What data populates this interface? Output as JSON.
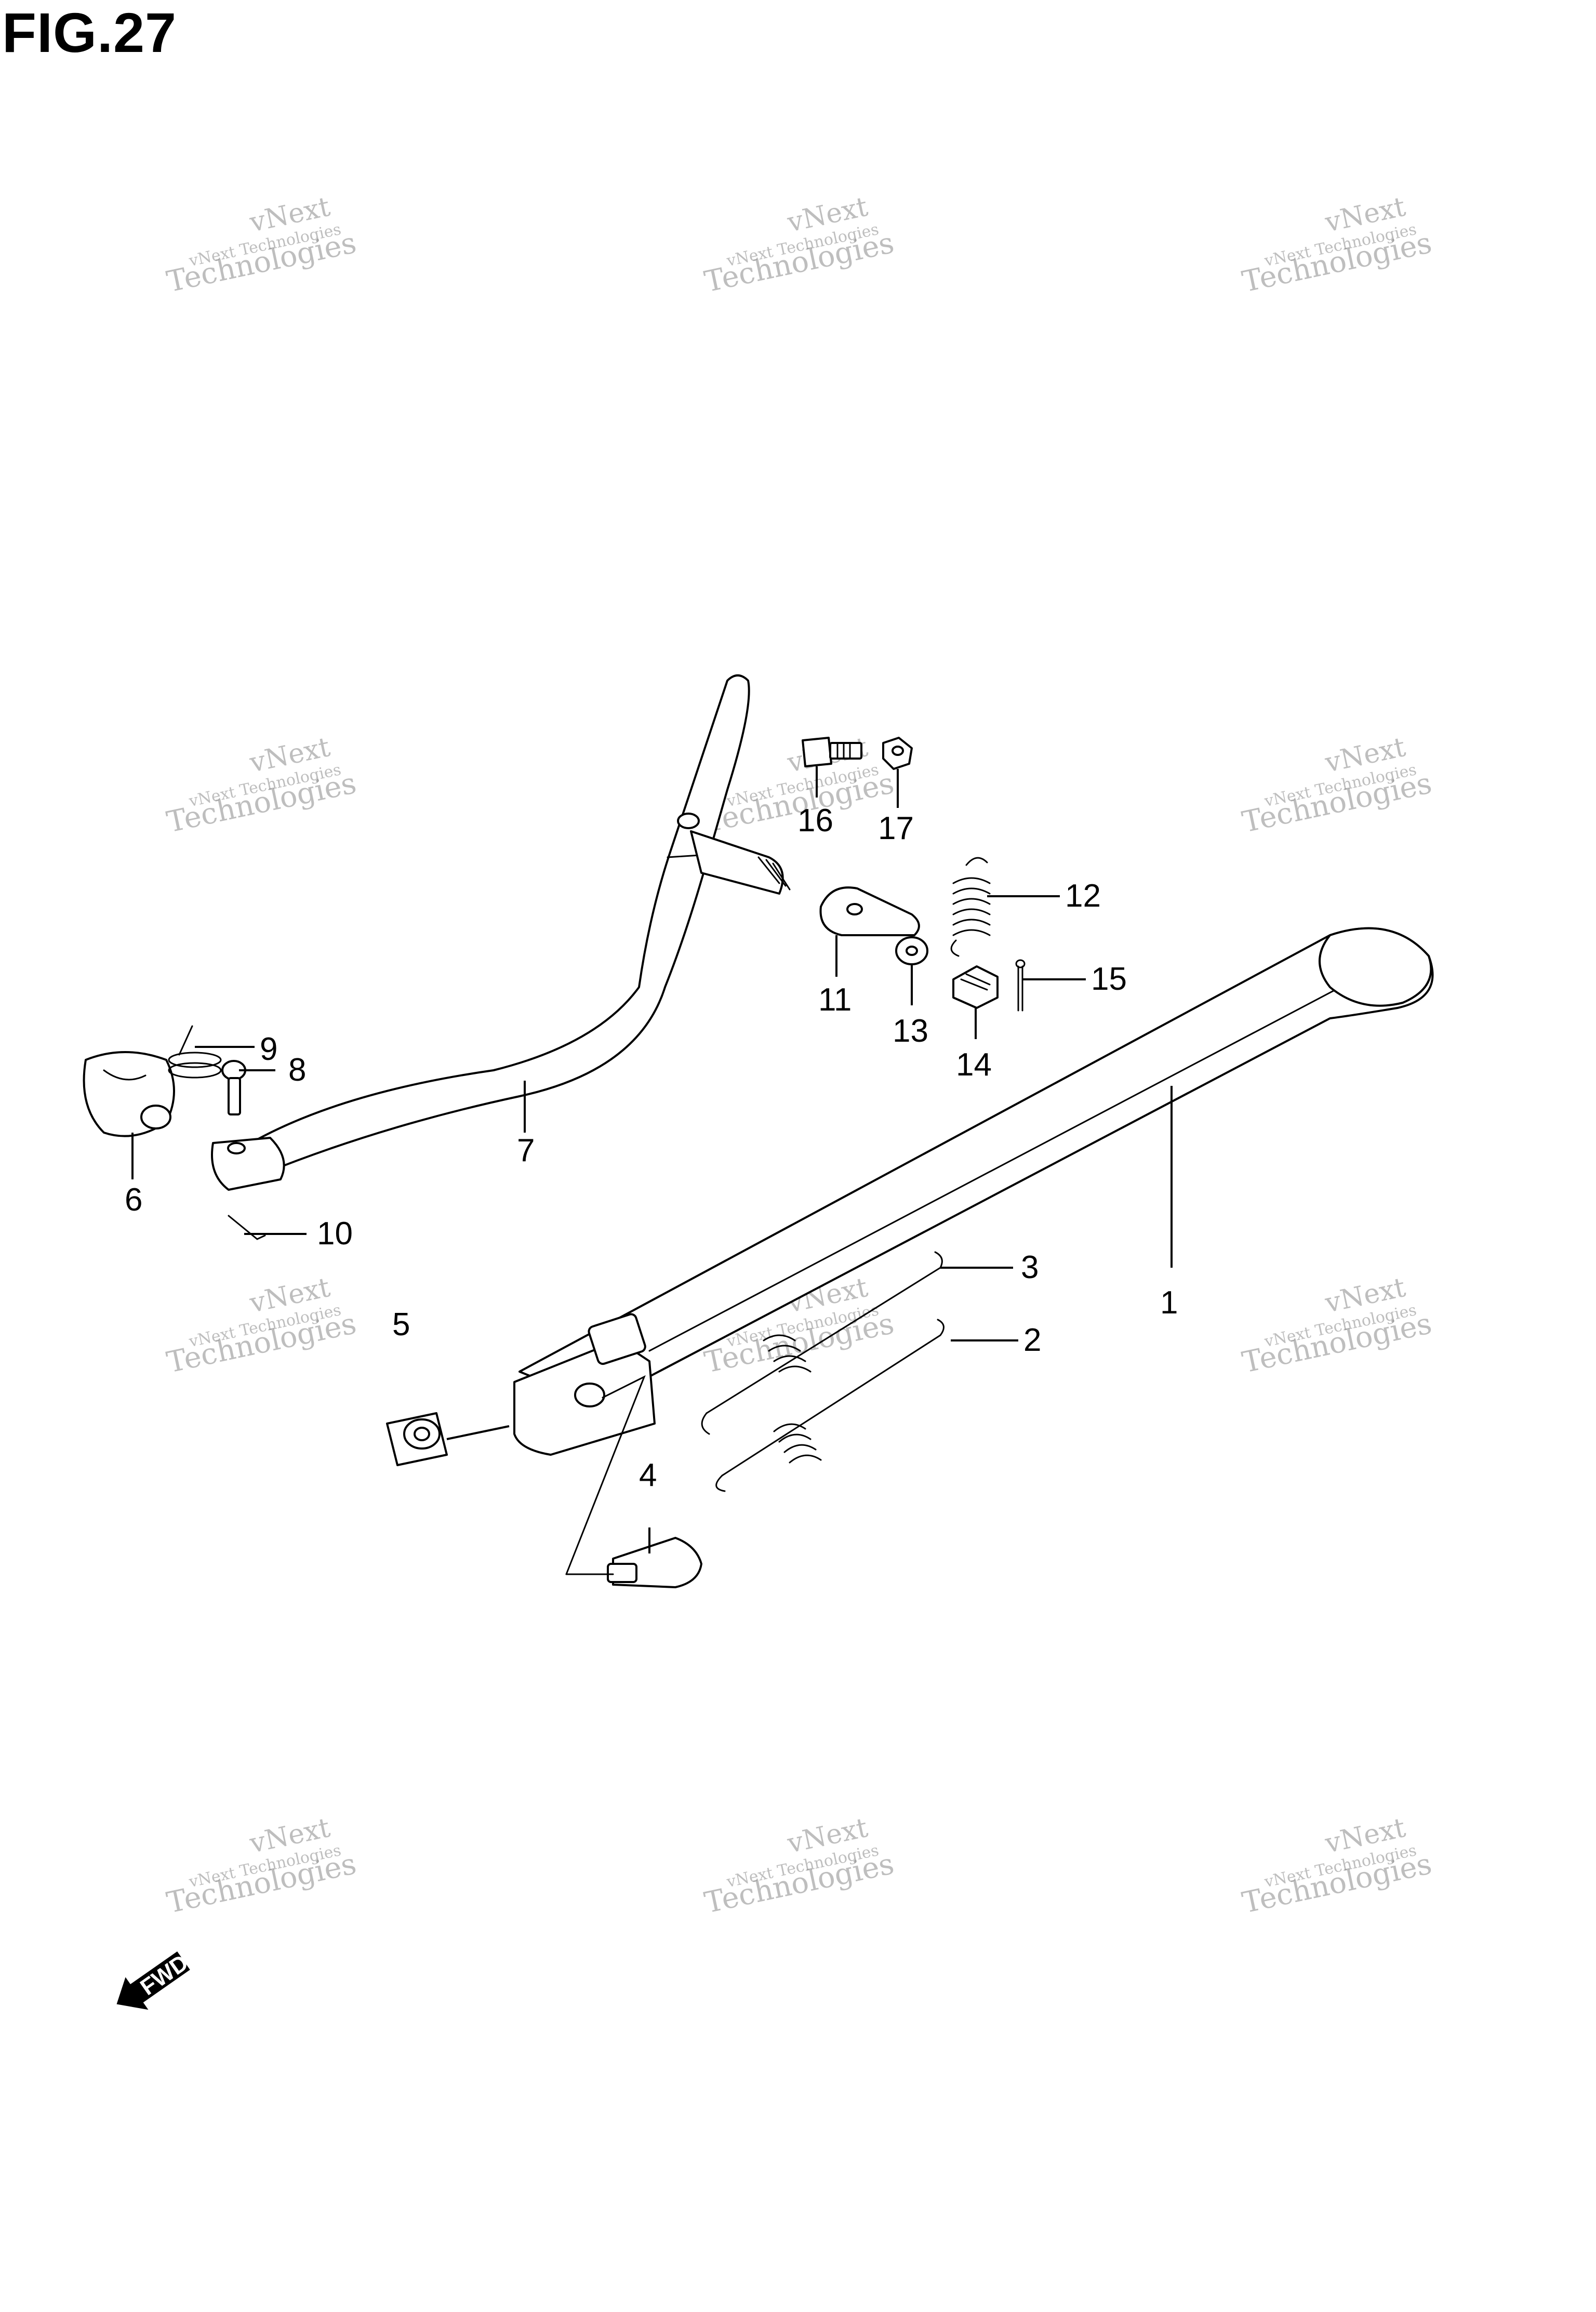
{
  "figure": {
    "title": "FIG.27"
  },
  "callouts": [
    {
      "id": "1",
      "label": "1"
    },
    {
      "id": "2",
      "label": "2"
    },
    {
      "id": "3",
      "label": "3"
    },
    {
      "id": "4",
      "label": "4"
    },
    {
      "id": "5",
      "label": "5"
    },
    {
      "id": "6",
      "label": "6"
    },
    {
      "id": "7",
      "label": "7"
    },
    {
      "id": "8",
      "label": "8"
    },
    {
      "id": "9",
      "label": "9"
    },
    {
      "id": "10",
      "label": "10"
    },
    {
      "id": "11",
      "label": "11"
    },
    {
      "id": "12",
      "label": "12"
    },
    {
      "id": "13",
      "label": "13"
    },
    {
      "id": "14",
      "label": "14"
    },
    {
      "id": "15",
      "label": "15"
    },
    {
      "id": "16",
      "label": "16"
    },
    {
      "id": "17",
      "label": "17"
    }
  ],
  "watermark": {
    "line1": "vNext",
    "line2": "vNext Technologies",
    "line3": "Technologies"
  },
  "fwd_badge": {
    "label": "FWD"
  }
}
